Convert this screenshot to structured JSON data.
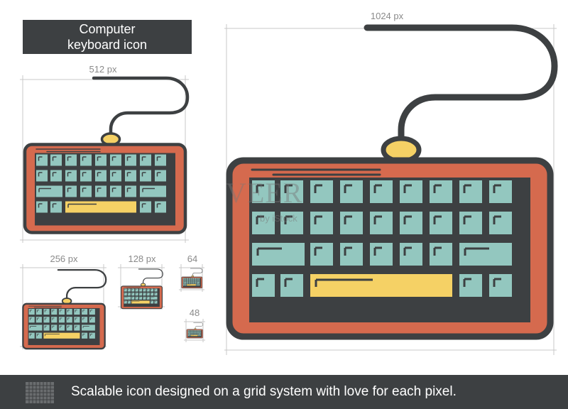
{
  "title": {
    "line1": "Computer",
    "line2": "keyboard icon"
  },
  "sizes": [
    "1024 px",
    "512 px",
    "256 px",
    "128 px",
    "64",
    "48"
  ],
  "watermark": {
    "main": "VEER",
    "sub": "by iStock"
  },
  "footer": {
    "text": "Scalable icon designed on a grid system with love for each pixel."
  },
  "colors": {
    "outline": "#3d4042",
    "body": "#d56a4e",
    "keys": "#93c7bf",
    "spacebar": "#f5d165",
    "connector": "#f5d165",
    "background": "#ffffff",
    "guide": "#c8c8c8"
  },
  "icons": {
    "main": "keyboard-icon",
    "footer": "pixel-grid-icon"
  }
}
